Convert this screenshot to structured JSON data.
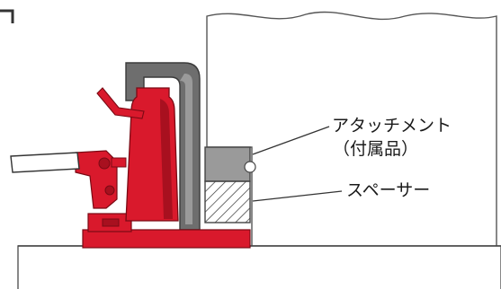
{
  "labels": {
    "attachment_name": "アタッチメント",
    "attachment_note": "（付属品）",
    "spacer": "スペーサー"
  },
  "colors": {
    "jack_body": "#d9192c",
    "jack_shadow": "#a8101f",
    "frame_gray": "#6e6e6e",
    "frame_light": "#bfbfbf",
    "attachment_gray": "#9a9a9a",
    "outline": "#4a4a4a",
    "background": "#ffffff"
  },
  "icons": {
    "handle": "pump-handle",
    "hatch": "diagonal-hatch"
  }
}
